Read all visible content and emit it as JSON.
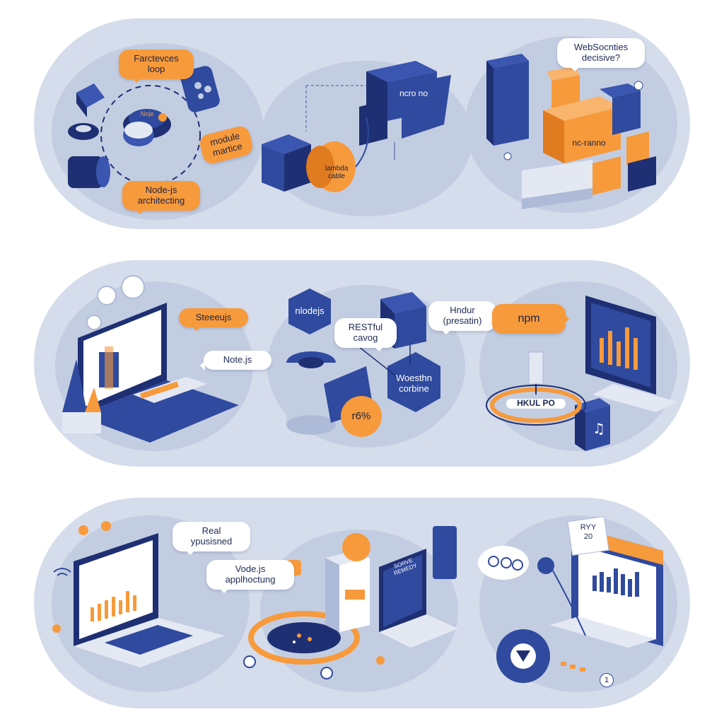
{
  "panels": [
    {
      "labels": {
        "feedback_loop": "Farctevces\nloop",
        "node_architecting": "Node-js\narchitecting",
        "modular": "module\nmartice",
        "gauge_text": "Noje",
        "lambda_cable": "lambda\ncable",
        "crate_label": "ncro no",
        "websocket_question": "WebSocnties\ndecisive?",
        "crate_text": "nc-ranno"
      }
    },
    {
      "labels": {
        "streams": "Steeeujs",
        "nodejs": "Note.js",
        "node_hex": "nlodejs",
        "restful": "RESTful\ncavog",
        "handler": "Hndur\n(presatin)",
        "workers": "Woesthn\ncorbine",
        "percent": "r6%",
        "npm": "npm",
        "ring_text": "HKUL PO"
      }
    },
    {
      "labels": {
        "real_time": "Real\nypusisned",
        "node_app": "Vode.js\napplhoctung",
        "tablet_header": "SORVE REMEDY",
        "sticky": "RYY\n20",
        "counter": "1"
      }
    }
  ],
  "colors": {
    "panel_bg": "#d5dceb",
    "navy": "#2f4a9e",
    "navy_dark": "#1e2f73",
    "orange": "#f79a3c",
    "orange_dark": "#e07b1f"
  }
}
